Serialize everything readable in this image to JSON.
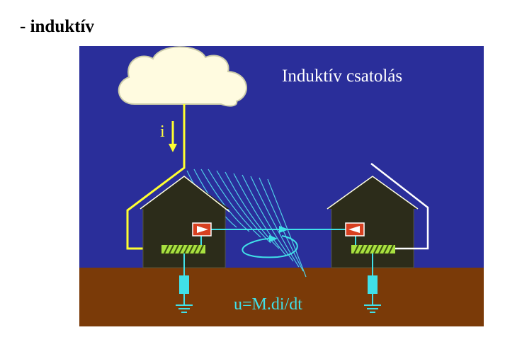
{
  "heading": "- induktív",
  "diagram": {
    "title": "Induktív csatolás",
    "current_label": "i",
    "formula": "u=M.di/dt",
    "colors": {
      "sky": "#2a2e9a",
      "ground": "#7a3a08",
      "cloud": "#fffbe0",
      "lightning_wire": "#ffff30",
      "right_wire": "#ffffff",
      "field": "#50d0e8",
      "signal_wire": "#40e0e8",
      "house": "#2c2c1a",
      "roof_edge": "#ffffe0",
      "device_box": "#d84020",
      "grounding_rod": "#a8e040"
    }
  }
}
